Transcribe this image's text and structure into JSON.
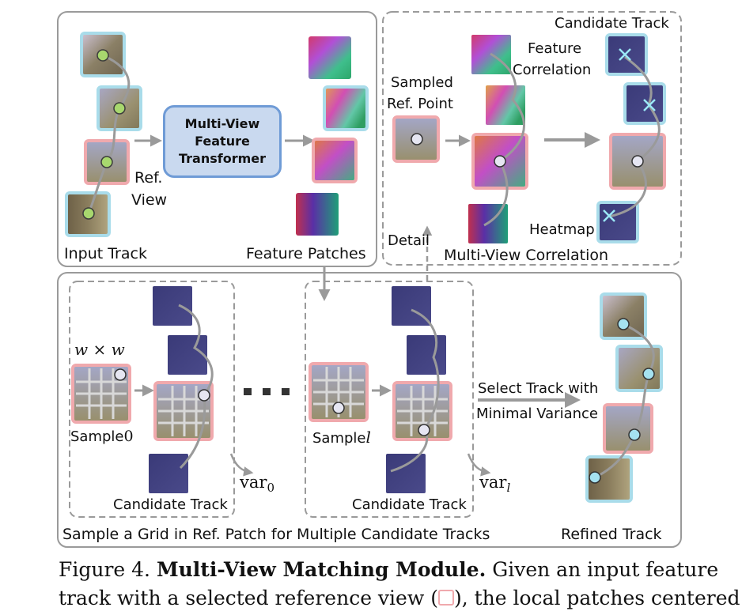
{
  "colors": {
    "ref_border": "#f0a9ad",
    "track_border": "#a9dcea",
    "arrow": "#9a9a9a",
    "transformer_fill": "#c9d9ef",
    "transformer_border": "#6f9bd6",
    "point_green": "#a8d86e",
    "point_cyan": "#a5e2f0"
  },
  "panels": {
    "input": {
      "input_track_label": "Input Track",
      "ref_view_label_1": "Ref.",
      "ref_view_label_2": "View",
      "transformer": [
        "Multi-View",
        "Feature",
        "Transformer"
      ],
      "feature_patches_label": "Feature Patches"
    },
    "correlation": {
      "candidate_track_label": "Candidate Track",
      "feature_corr_1": "Feature",
      "feature_corr_2": "Correlation",
      "sampled_1": "Sampled",
      "sampled_2": "Ref. Point",
      "heatmap_label": "Heatmap",
      "detail_label": "Detail",
      "title": "Multi-View Correlation"
    },
    "sampling": {
      "window_math": "w × w",
      "sample0_text": "Sample",
      "sample0_math": "0",
      "samplel_text": "Sample",
      "samplel_math": "l",
      "candidate_track_label_a": "Candidate Track",
      "candidate_track_label_b": "Candidate Track",
      "var0": "var",
      "var0_sub": "0",
      "varl": "var",
      "varl_sub": "l",
      "select_1": "Select Track with",
      "select_2": "Minimal Variance",
      "refined_label": "Refined Track",
      "bottom_label": "Sample a Grid in Ref. Patch for Multiple Candidate Tracks"
    }
  },
  "caption": {
    "line1_prefix": "Figure 4. ",
    "line1_bold": "Multi-View Matching Module.",
    "line1_rest": " Given an input feature",
    "line2_a": "track with a selected reference view (",
    "line2_b": "), the local patches centered"
  }
}
